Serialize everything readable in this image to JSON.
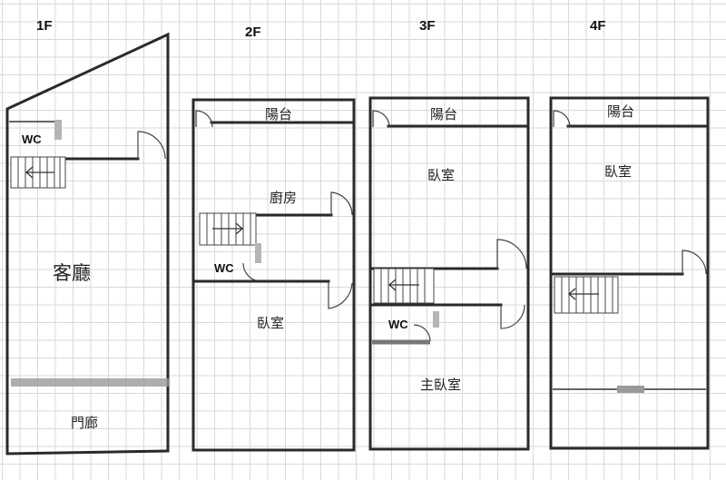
{
  "floors": [
    {
      "label": "1F",
      "rooms": {
        "wc": "WC",
        "living": "客廳",
        "porch": "門廊"
      }
    },
    {
      "label": "2F",
      "rooms": {
        "balcony": "陽台",
        "kitchen": "廚房",
        "wc": "WC",
        "bedroom": "臥室"
      }
    },
    {
      "label": "3F",
      "rooms": {
        "balcony": "陽台",
        "bedroom": "臥室",
        "wc": "WC",
        "master": "主臥室"
      }
    },
    {
      "label": "4F",
      "rooms": {
        "balcony": "陽台",
        "bedroom": "臥室"
      }
    }
  ],
  "colors": {
    "wall": "#2a2a2a",
    "grid": "#d9d9d9",
    "blur_wall": "#9a9a9a"
  }
}
